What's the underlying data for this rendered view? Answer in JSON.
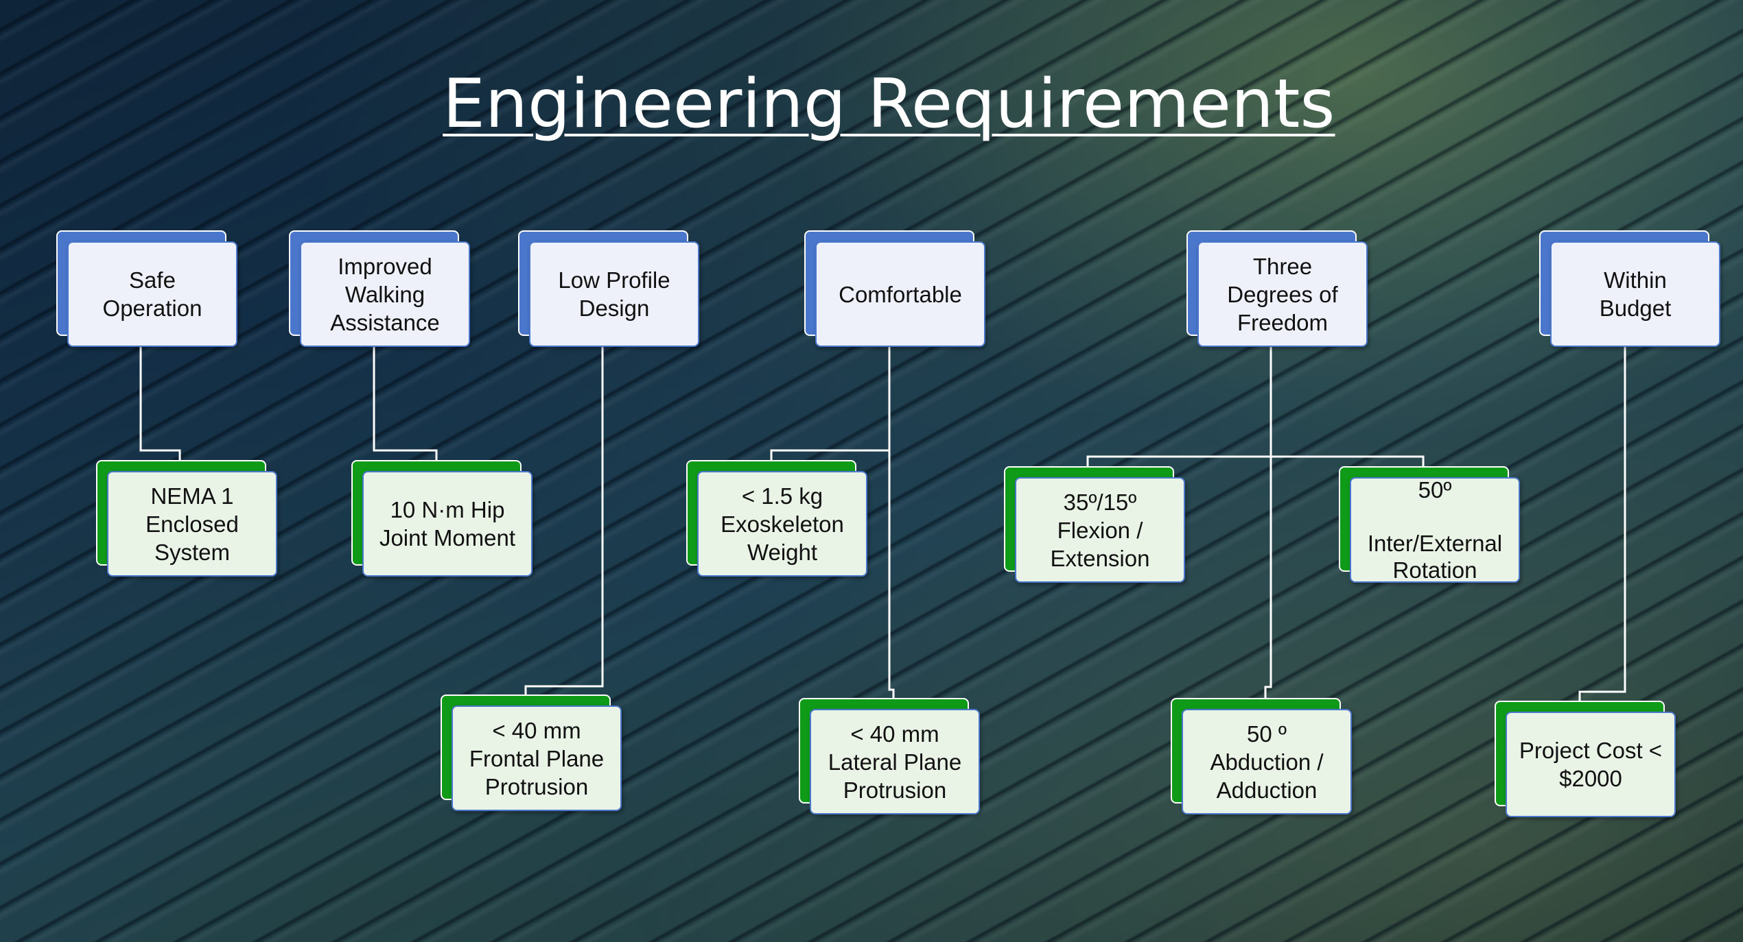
{
  "title": "Engineering Requirements",
  "colors": {
    "category_accent": "#4a77cc",
    "requirement_accent": "#0f9a18",
    "connector": "#ffffff"
  },
  "categories": [
    {
      "label": "Safe\nOperation"
    },
    {
      "label": "Improved\nWalking\nAssistance"
    },
    {
      "label": "Low Profile\nDesign"
    },
    {
      "label": "Comfortable"
    },
    {
      "label": "Three\nDegrees of\nFreedom"
    },
    {
      "label": "Within\nBudget"
    }
  ],
  "requirements": [
    {
      "label": "NEMA 1\nEnclosed\nSystem",
      "category": "Safe\nOperation"
    },
    {
      "label": "10 N·m Hip\nJoint Moment",
      "category": "Improved\nWalking\nAssistance"
    },
    {
      "label": "< 40 mm\nFrontal Plane\nProtrusion",
      "category": "Low Profile\nDesign"
    },
    {
      "label": "< 1.5 kg\nExoskeleton\nWeight",
      "category": "Comfortable"
    },
    {
      "label": "< 40 mm\nLateral Plane\nProtrusion",
      "category": "Comfortable"
    },
    {
      "label": "35º/15º\nFlexion /\nExtension",
      "category": "Three\nDegrees of\nFreedom"
    },
    {
      "label": "50º\n\nInter/External\nRotation",
      "category": "Three\nDegrees of\nFreedom"
    },
    {
      "label": "50 º\nAbduction /\nAdduction",
      "category": "Three\nDegrees of\nFreedom"
    },
    {
      "label": "Project Cost <\n$2000",
      "category": "Within\nBudget"
    }
  ]
}
